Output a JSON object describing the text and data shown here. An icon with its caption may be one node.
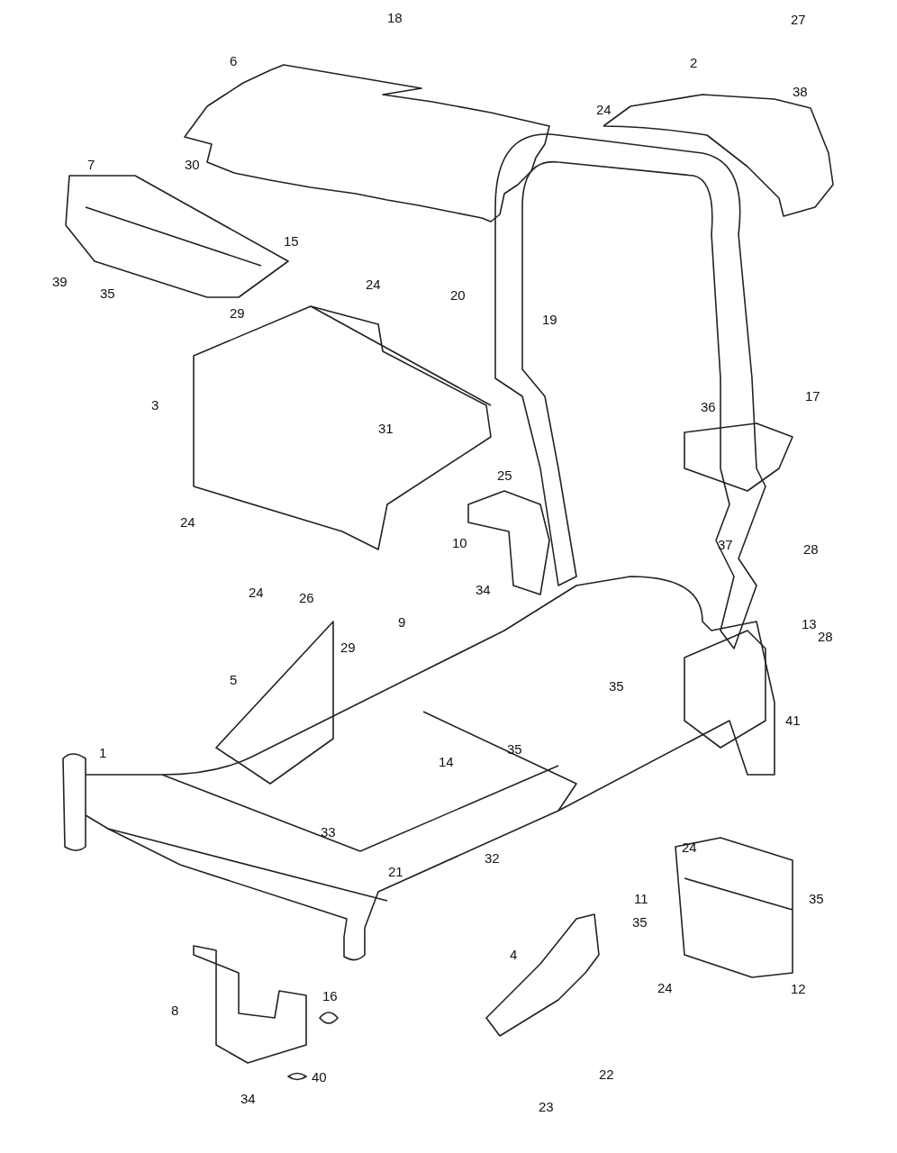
{
  "diagram": {
    "labels": [
      "27",
      "18",
      "6",
      "2",
      "38",
      "24",
      "7",
      "30",
      "15",
      "39",
      "35",
      "24",
      "20",
      "29",
      "19",
      "17",
      "3",
      "36",
      "31",
      "25",
      "24",
      "10",
      "37",
      "28",
      "24",
      "26",
      "34",
      "9",
      "13",
      "29",
      "28",
      "5",
      "35",
      "41",
      "35",
      "14",
      "1",
      "33",
      "32",
      "24",
      "21",
      "11",
      "35",
      "35",
      "4",
      "12",
      "24",
      "16",
      "8",
      "22",
      "40",
      "34",
      "23"
    ]
  }
}
